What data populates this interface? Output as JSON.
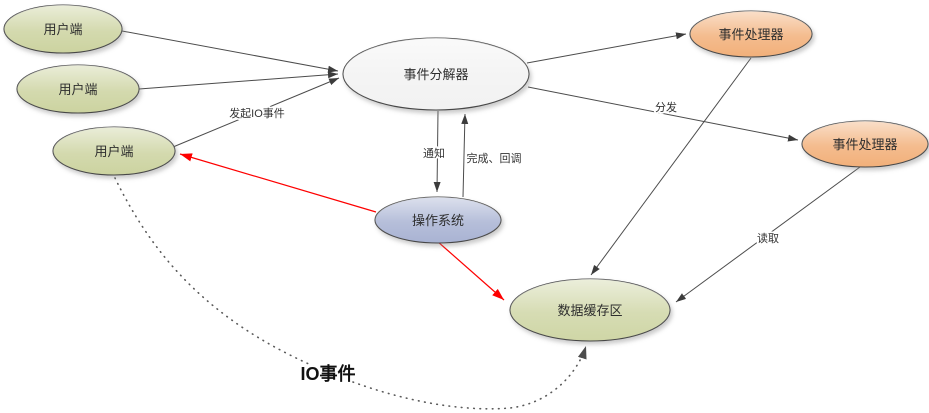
{
  "diagram": {
    "nodes": {
      "client1": {
        "label": "用户端",
        "fill": "#ccd3a0"
      },
      "client2": {
        "label": "用户端",
        "fill": "#ccd3a0"
      },
      "client3": {
        "label": "用户端",
        "fill": "#ccd3a0"
      },
      "demultiplexer": {
        "label": "事件分解器",
        "fill": "#f2f2f2"
      },
      "handler1": {
        "label": "事件处理器",
        "fill": "#f2b07a"
      },
      "handler2": {
        "label": "事件处理器",
        "fill": "#f2b07a"
      },
      "os": {
        "label": "操作系统",
        "fill": "#a9b3d3"
      },
      "buffer": {
        "label": "数据缓存区",
        "fill": "#cfd6a6"
      }
    },
    "edge_labels": {
      "initiate_io": "发起IO事件",
      "notify": "通知",
      "complete_callback": "完成、回调",
      "dispatch": "分发",
      "read": "读取",
      "io_event": "IO事件"
    },
    "colors": {
      "edge": "#4c4c4c",
      "red_edge": "#fe0000",
      "dotted_edge": "#5a5a5a",
      "node_border": "#464646",
      "background": "#ffffff"
    }
  }
}
